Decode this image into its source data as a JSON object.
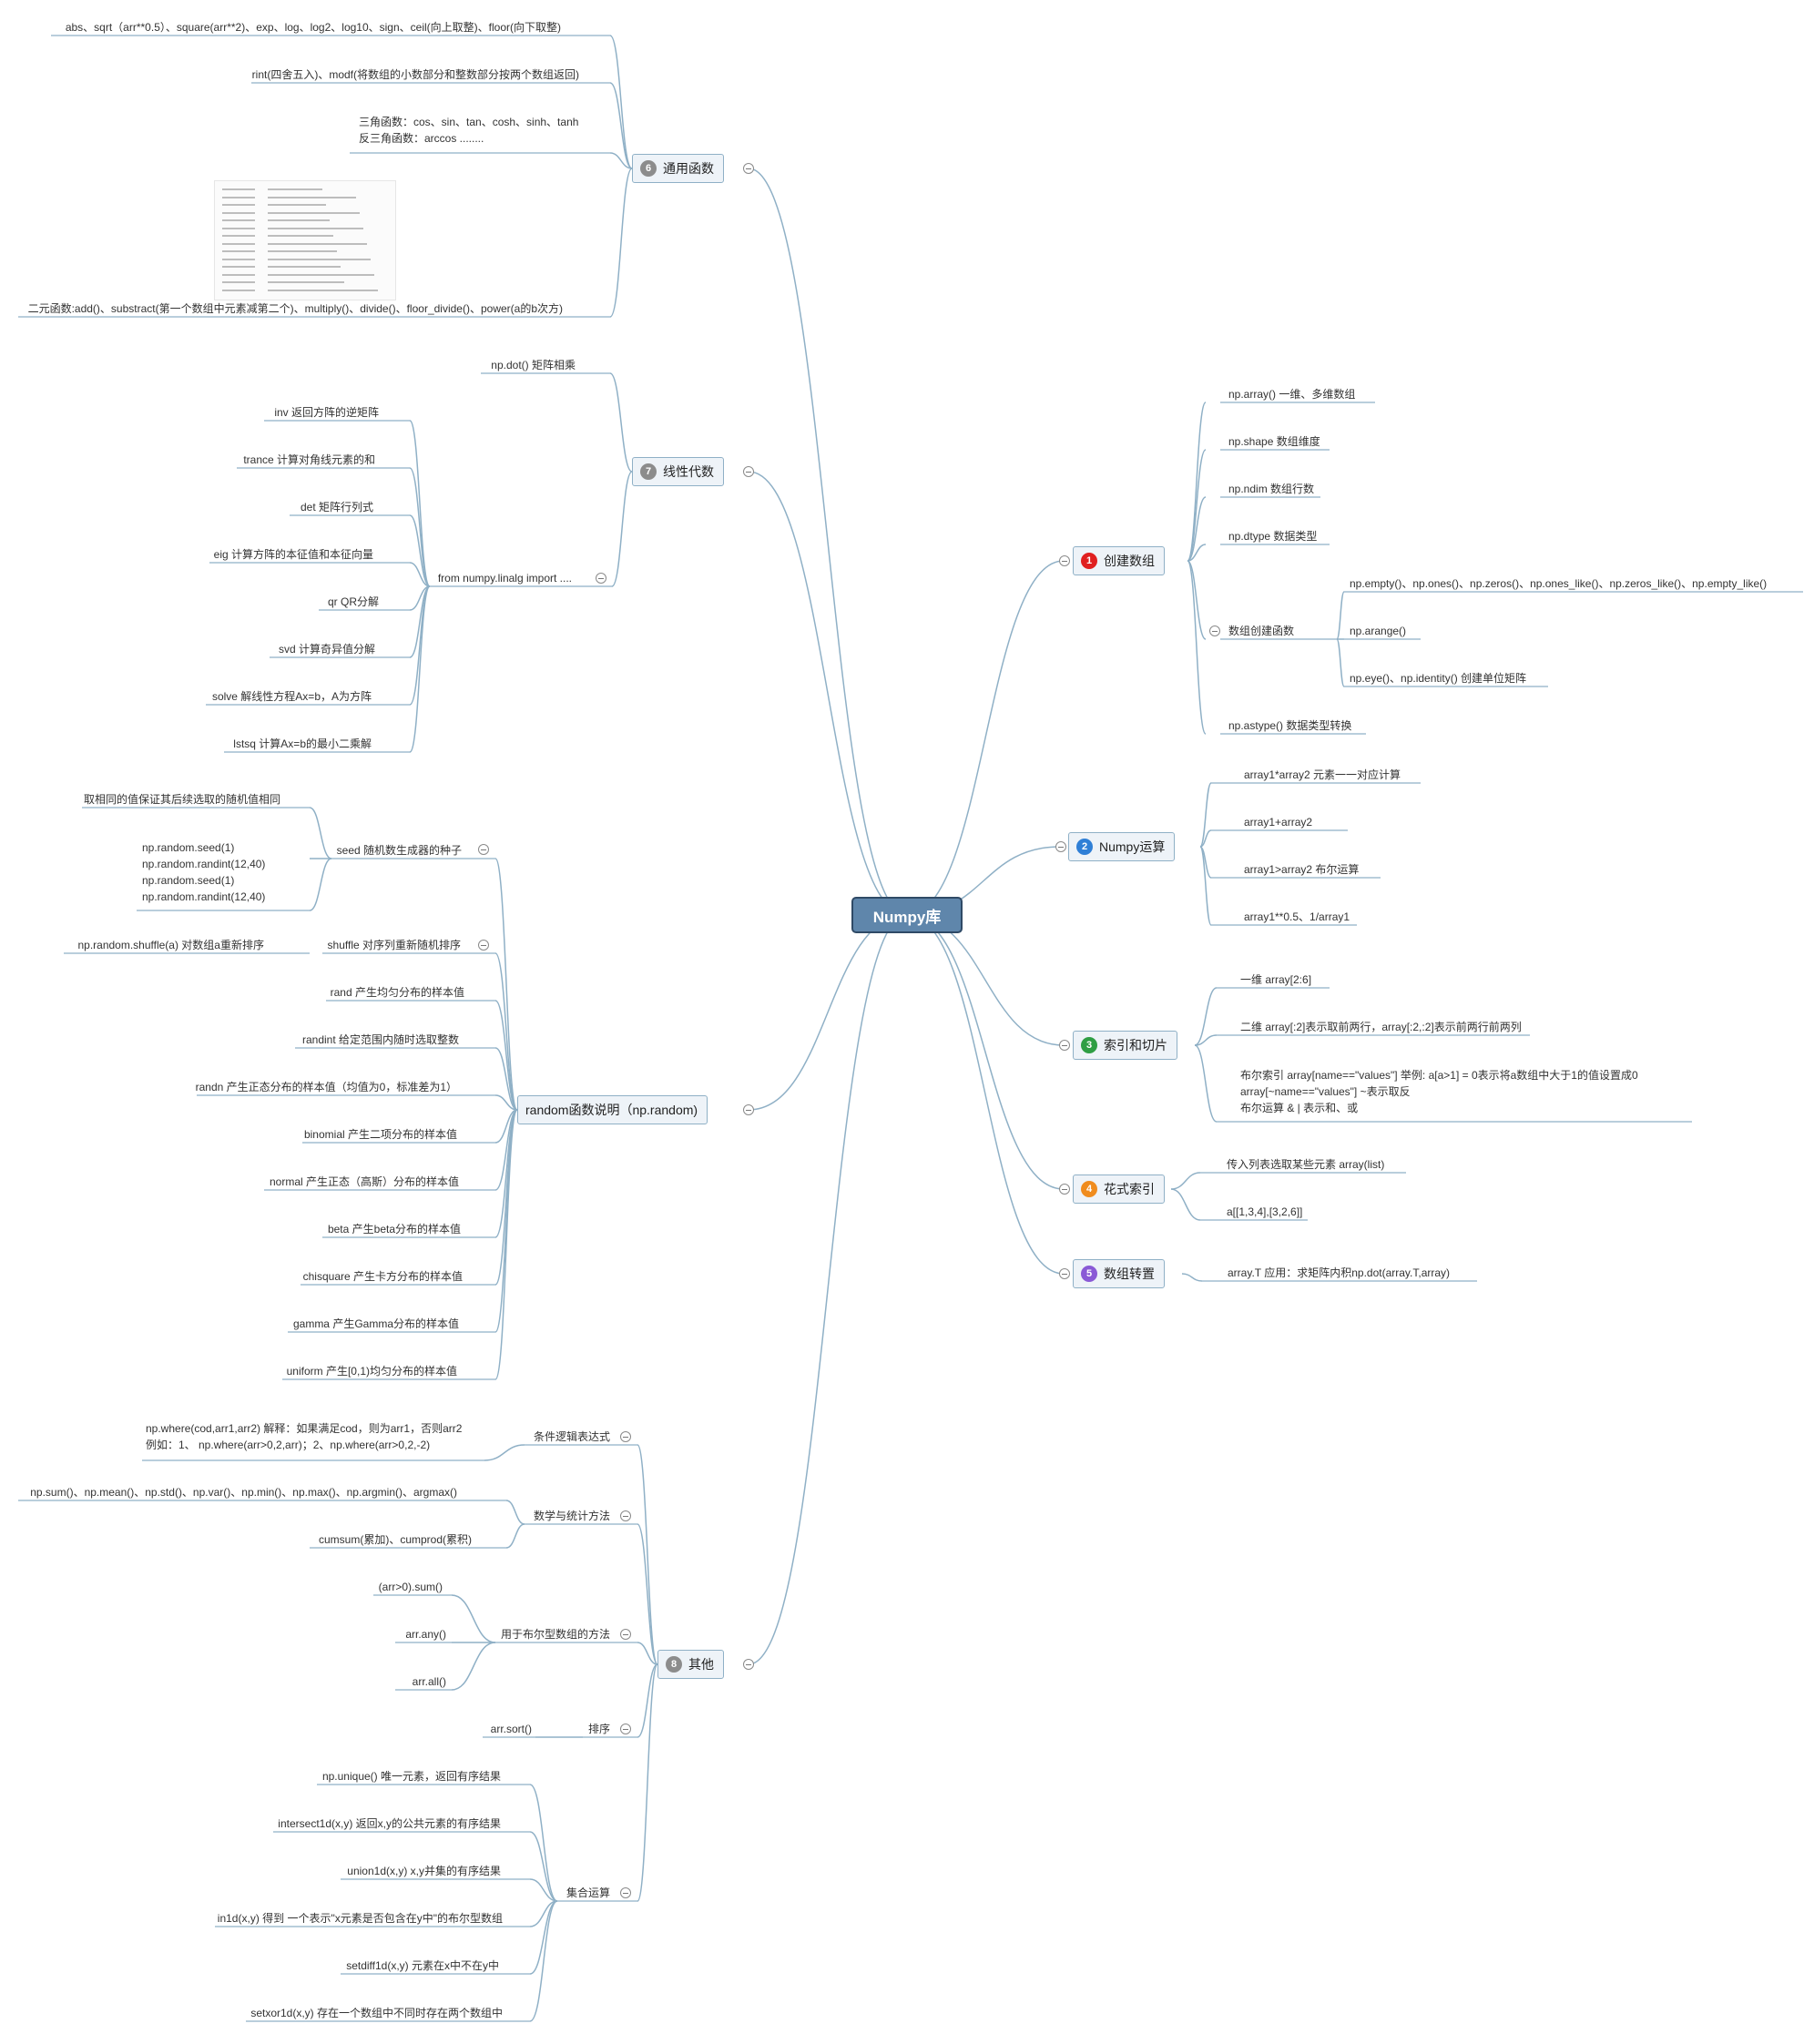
{
  "central": "Numpy库",
  "colors": {
    "line": "#8fb0c6",
    "central_fill": "#5f86ab",
    "central_border": "#2f4a66",
    "badge_1": "#e02020",
    "badge_2": "#2f7fd6",
    "badge_3": "#2f9e44",
    "badge_4": "#f08c1e",
    "badge_5": "#8a5ad6",
    "badge_gray": "#8c8c8c"
  },
  "branches": {
    "create": {
      "num": "1",
      "label": "创建数组",
      "items": [
        "np.array() 一维、多维数组",
        "np.shape 数组维度",
        "np.ndim 数组行数",
        "np.dtype 数据类型",
        "np.astype() 数据类型转换"
      ],
      "funcs": {
        "label": "数组创建函数",
        "items": [
          "np.empty()、np.ones()、np.zeros()、np.ones_like()、np.zeros_like()、np.empty_like()",
          "np.arange()",
          "np.eye()、np.identity() 创建单位矩阵"
        ]
      }
    },
    "ops": {
      "num": "2",
      "label": "Numpy运算",
      "items": [
        "array1*array2 元素一一对应计算",
        "array1+array2",
        "array1>array2 布尔运算",
        "array1**0.5、1/array1"
      ]
    },
    "index": {
      "num": "3",
      "label": "索引和切片",
      "items": [
        "一维 array[2:6]",
        "二维 array[:2]表示取前两行，array[:2,:2]表示前两行前两列",
        "布尔索引 array[name==\"values\"] 举例: a[a>1] = 0表示将a数组中大于1的值设置成0\narray[~name==\"values\"] ~表示取反\n布尔运算 & | 表示和、或"
      ]
    },
    "fancy": {
      "num": "4",
      "label": "花式索引",
      "items": [
        "传入列表选取某些元素 array(list)",
        "a[[1,3,4],[3,2,6]]"
      ]
    },
    "transpose": {
      "num": "5",
      "label": "数组转置",
      "items": [
        "array.T 应用：求矩阵内积np.dot(array.T,array)"
      ]
    },
    "ufunc": {
      "num": "6",
      "label": "通用函数",
      "items": [
        "abs、sqrt（arr**0.5）、square(arr**2)、exp、log、log2、log10、sign、ceil(向上取整)、floor(向下取整)",
        "rint(四舍五入)、modf(将数组的小数部分和整数部分按两个数组返回)",
        "三角函数：cos、sin、tan、cosh、sinh、tanh\n反三角函数：arccos ........",
        "二元函数:add()、substract(第一个数组中元素减第二个)、multiply()、divide()、floor_divide()、power(a的b次方)"
      ]
    },
    "linalg": {
      "num": "7",
      "label": "线性代数",
      "items": [
        "np.dot() 矩阵相乘"
      ],
      "sub": {
        "label": "from numpy.linalg import ....",
        "items": [
          "inv 返回方阵的逆矩阵",
          "trance 计算对角线元素的和",
          "det 矩阵行列式",
          "eig 计算方阵的本征值和本征向量",
          "qr QR分解",
          "svd 计算奇异值分解",
          "solve 解线性方程Ax=b，A为方阵",
          "lstsq 计算Ax=b的最小二乘解"
        ]
      }
    },
    "random": {
      "label": "random函数说明（np.random)",
      "seed": {
        "label": "seed 随机数生成器的种子",
        "items": [
          "取相同的值保证其后续选取的随机值相同",
          "np.random.seed(1)\nnp.random.randint(12,40)\nnp.random.seed(1)\nnp.random.randint(12,40)"
        ]
      },
      "shuffle": {
        "label": "shuffle 对序列重新随机排序",
        "items": [
          "np.random.shuffle(a) 对数组a重新排序"
        ]
      },
      "items": [
        "rand 产生均匀分布的样本值",
        "randint 给定范围内随时选取整数",
        "randn 产生正态分布的样本值（均值为0，标准差为1）",
        "binomial 产生二项分布的样本值",
        "normal 产生正态（高斯）分布的样本值",
        "beta 产生beta分布的样本值",
        "chisquare 产生卡方分布的样本值",
        "gamma 产生Gamma分布的样本值",
        "uniform 产生[0,1)均匀分布的样本值"
      ]
    },
    "other": {
      "num": "8",
      "label": "其他",
      "cond": {
        "label": "条件逻辑表达式",
        "items": [
          "np.where(cod,arr1,arr2) 解释：如果满足cod，则为arr1，否则arr2\n例如：1、 np.where(arr>0,2,arr)；2、np.where(arr>0,2,-2)"
        ]
      },
      "math": {
        "label": "数学与统计方法",
        "items": [
          "np.sum()、np.mean()、np.std()、np.var()、np.min()、np.max()、np.argmin()、argmax()",
          "cumsum(累加)、cumprod(累积)"
        ]
      },
      "bool": {
        "label": "用于布尔型数组的方法",
        "items": [
          "(arr>0).sum()",
          "arr.any()",
          "arr.all()"
        ]
      },
      "sort": {
        "label": "排序",
        "items": [
          "arr.sort()"
        ]
      },
      "set": {
        "label": "集合运算",
        "items": [
          "np.unique() 唯一元素，返回有序结果",
          "intersect1d(x,y) 返回x,y的公共元素的有序结果",
          "union1d(x,y) x,y并集的有序结果",
          "in1d(x,y) 得到 一个表示\"x元素是否包含在y中\"的布尔型数组",
          "setdiff1d(x,y) 元素在x中不在y中",
          "setxor1d(x,y) 存在一个数组中不同时存在两个数组中"
        ]
      }
    }
  }
}
